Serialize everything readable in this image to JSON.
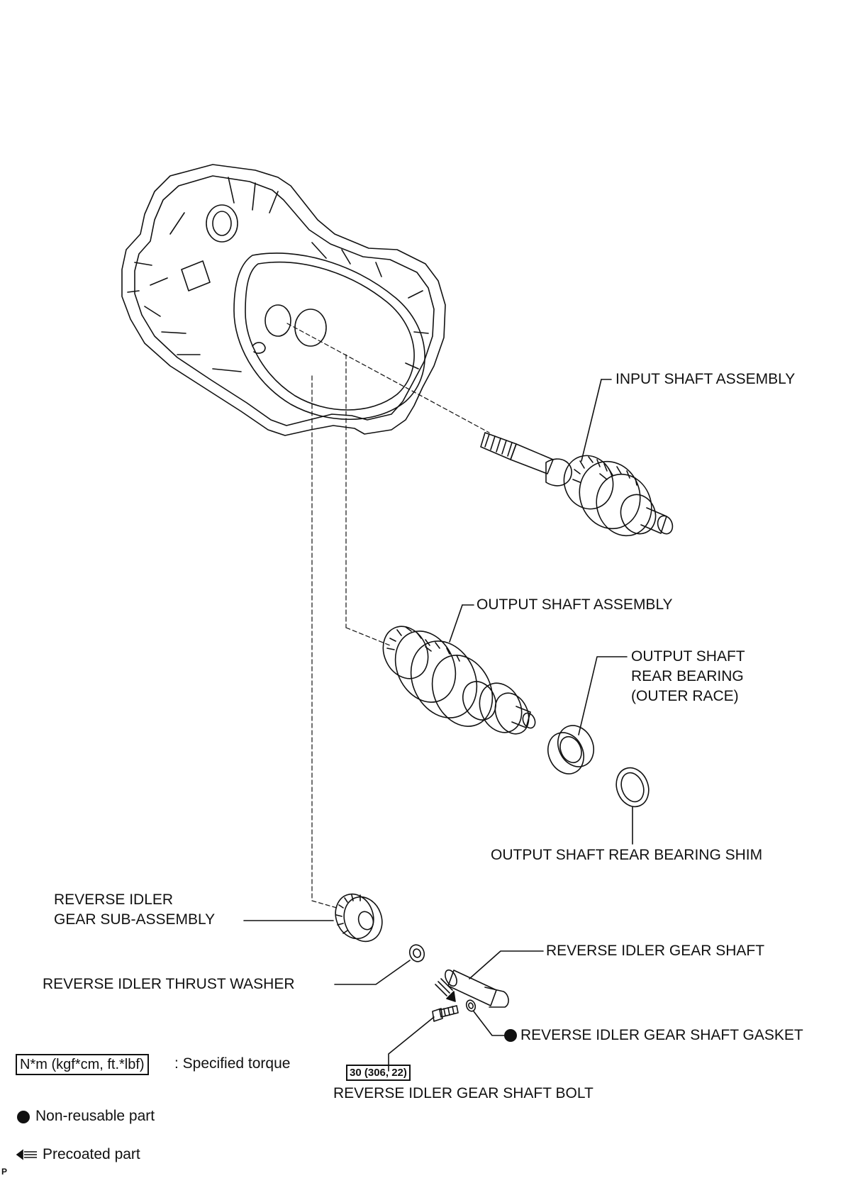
{
  "labels": {
    "input_shaft": "INPUT SHAFT ASSEMBLY",
    "output_shaft": "OUTPUT SHAFT ASSEMBLY",
    "output_bearing": "OUTPUT SHAFT\nREAR BEARING\n(OUTER RACE)",
    "output_shim": "OUTPUT SHAFT REAR BEARING SHIM",
    "reverse_idler_gear": "REVERSE IDLER\nGEAR SUB-ASSEMBLY",
    "reverse_idler_shaft": "REVERSE IDLER GEAR SHAFT",
    "reverse_idler_washer": "REVERSE IDLER THRUST WASHER",
    "reverse_idler_gasket": "REVERSE IDLER GEAR SHAFT GASKET",
    "reverse_idler_bolt": "REVERSE IDLER GEAR SHAFT BOLT",
    "bolt_torque": "30 (306, 22)"
  },
  "legend": {
    "torque_box": "N*m (kgf*cm, ft.*lbf)",
    "torque_text": ": Specified torque",
    "nonreusable_text": "Non-reusable part",
    "precoated_text": "Precoated part"
  },
  "corner_mark": "P"
}
